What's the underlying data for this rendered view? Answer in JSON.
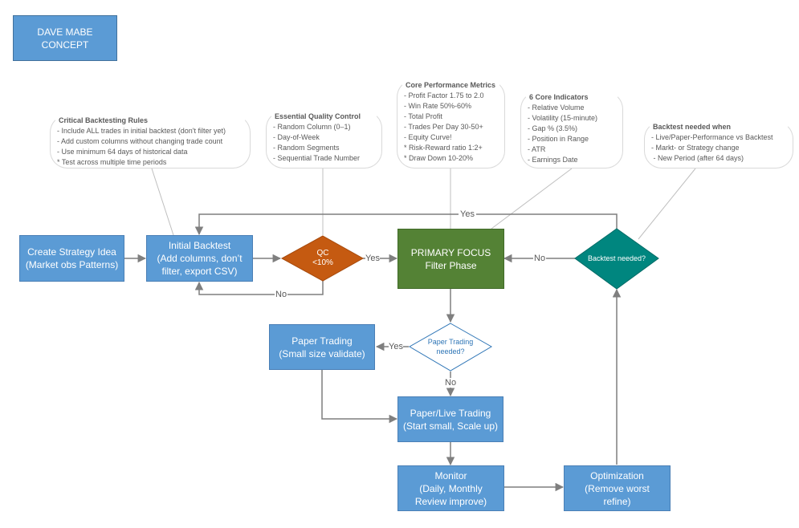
{
  "title_box": {
    "line1": "DAVE MABE",
    "line2": "CONCEPT"
  },
  "notes": {
    "critical": {
      "title": "Critical Backtesting Rules",
      "lines": [
        "- Include ALL trades in initial backtest (don't filter yet)",
        "- Add custom columns without changing trade count",
        "- Use minimum 64 days of historical data",
        "* Test across multiple time periods"
      ]
    },
    "quality": {
      "title": "Essential Quality Control",
      "lines": [
        "- Random Column (0–1)",
        "- Day-of-Week",
        "- Random Segments",
        "- Sequential Trade Number"
      ]
    },
    "metrics": {
      "title": "Core Performance Metrics",
      "lines": [
        "- Profit Factor 1.75 to 2.0",
        "- Win Rate 50%-60%",
        "- Total Profit",
        "- Trades Per Day 30-50+",
        "- Equity Curve!",
        "* Risk-Reward ratio 1:2+",
        "* Draw Down 10-20%"
      ]
    },
    "indicators": {
      "title": "6 Core Indicators",
      "lines": [
        "- Relative Volume",
        "- Volatility (15-minute)",
        "- Gap % (3.5%)",
        "- Position in Range",
        "- ATR",
        "- Earnings Date"
      ]
    },
    "backtest_needed": {
      "title": "Backtest needed when",
      "lines": [
        "- Live/Paper-Performance vs Backtest",
        "- Markt- or Strategy change",
        " - New Period (after 64 days)"
      ]
    }
  },
  "boxes": {
    "create": {
      "line1": "Create Strategy Idea",
      "line2": "(Market obs Patterns)"
    },
    "initial": {
      "line1": "Initial Backtest",
      "line2": "(Add columns, don’t",
      "line3": "filter, export CSV)"
    },
    "primary": {
      "line1": "PRIMARY FOCUS",
      "line2": "Filter Phase"
    },
    "paper": {
      "line1": "Paper Trading",
      "line2": "(Small size validate)"
    },
    "live": {
      "line1": "Paper/Live Trading",
      "line2": "(Start small, Scale up)"
    },
    "monitor": {
      "line1": "Monitor",
      "line2": "(Daily, Monthly",
      "line3": "Review improve)"
    },
    "optimization": {
      "line1": "Optimization",
      "line2": "(Remove worst",
      "line3": "refine)"
    }
  },
  "decisions": {
    "qc": {
      "line1": "QC",
      "line2": "<10%"
    },
    "paper_needed": {
      "line1": "Paper Trading",
      "line2": "needed?"
    },
    "backtest_needed": {
      "line1": "Backtest needed?"
    }
  },
  "edge_labels": {
    "yes_top": "Yes",
    "qc_yes": "Yes",
    "qc_no": "No",
    "backtest_no": "No",
    "paper_yes": "Yes",
    "paper_no": "No"
  },
  "colors": {
    "box_blue": "#5b9bd5",
    "primary_green": "#548235",
    "qc_orange": "#c55a11",
    "backtest_teal": "#00867f",
    "connector_gray": "#7f7f7f",
    "decision_outline": "#2e75b6"
  }
}
